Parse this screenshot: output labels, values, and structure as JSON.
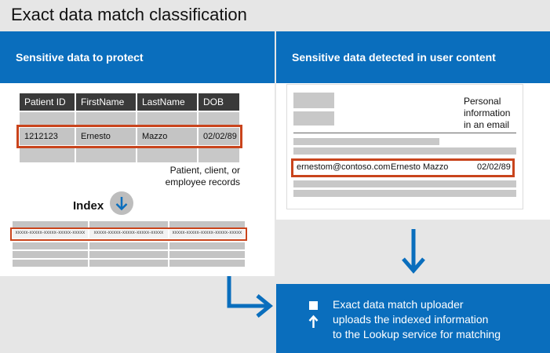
{
  "title": "Exact data match classification",
  "left_panel": {
    "header": "Sensitive data to protect",
    "table": {
      "columns": [
        "Patient ID",
        "FirstName",
        "LastName",
        "DOB"
      ],
      "highlighted_row": [
        "1212123",
        "Ernesto",
        "Mazzo",
        "02/02/89"
      ]
    },
    "caption_line1": "Patient, client, or",
    "caption_line2": "employee records",
    "index_label": "Index",
    "hash_values": [
      "xxxxx-xxxxx-xxxxx-xxxxx-xxxxx",
      "xxxxx-xxxxx-xxxxx-xxxxx-xxxxx",
      "xxxxx-xxxxx-xxxxx-xxxxx-xxxxx"
    ]
  },
  "right_panel": {
    "header": "Sensitive data detected in user content",
    "note_line1": "Personal",
    "note_line2": "information",
    "note_line3": "in an email",
    "detected": {
      "email": "ernestom@contoso.com",
      "name": "Ernesto Mazzo",
      "dob": "02/02/89"
    }
  },
  "uploader": {
    "line1": "Exact data match uploader",
    "line2": "uploads the indexed information",
    "line3": "to the Lookup service for matching"
  },
  "colors": {
    "blue": "#0a6ebd",
    "highlight": "#c9441c",
    "dark_header": "#3a3a3a",
    "gray": "#c8c8c8"
  }
}
